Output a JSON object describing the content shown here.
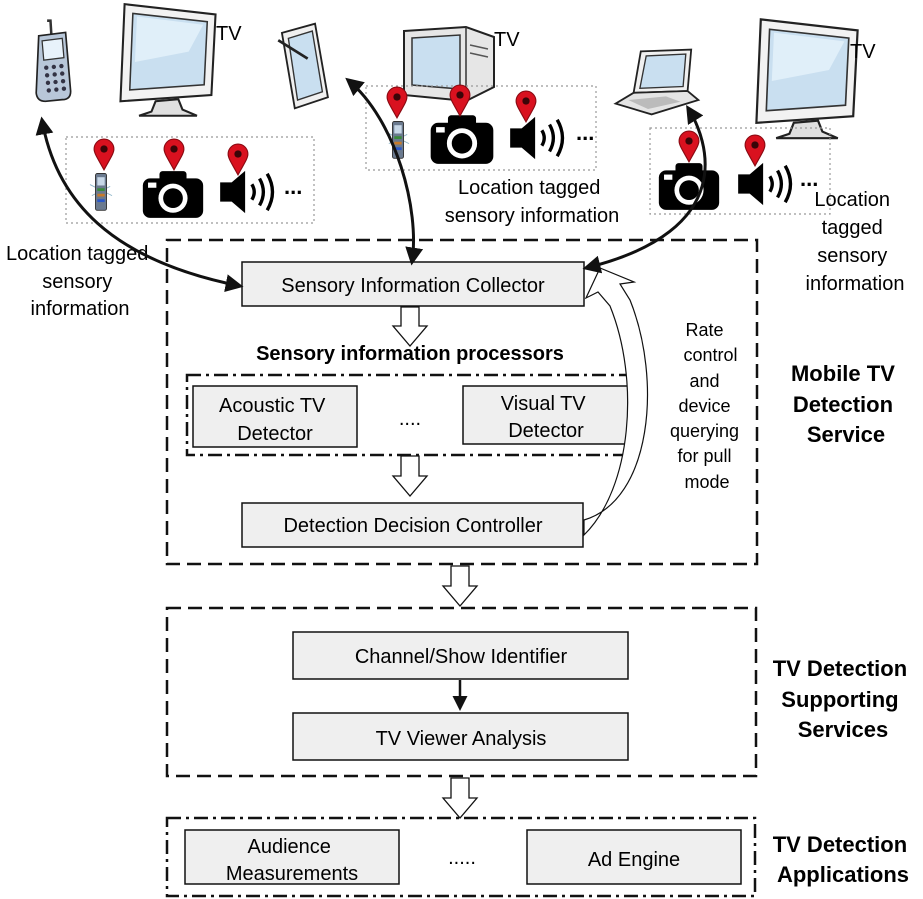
{
  "devices": {
    "tv_label_1": "TV",
    "tv_label_2": "TV",
    "tv_label_3": "TV",
    "ellipsis": "..."
  },
  "annotations": {
    "left_caption": [
      "Location tagged",
      "sensory",
      "information"
    ],
    "middle_caption": [
      "Location tagged",
      "sensory information"
    ],
    "right_caption": [
      "Location",
      "tagged",
      "sensory",
      "information"
    ],
    "rate_control": [
      "Rate",
      "control",
      "and",
      "device",
      "querying",
      "for pull",
      "mode"
    ]
  },
  "mobile_service": {
    "label": [
      "Mobile TV",
      "Detection",
      "Service"
    ],
    "collector": "Sensory Information Collector",
    "processors_title": "Sensory information processors",
    "acoustic": [
      "Acoustic TV",
      "Detector"
    ],
    "processors_ellipsis": "....",
    "visual": [
      "Visual TV",
      "Detector"
    ],
    "decision_controller": "Detection Decision Controller"
  },
  "supporting_services": {
    "label": [
      "TV Detection",
      "Supporting",
      "Services"
    ],
    "channel_identifier": "Channel/Show Identifier",
    "viewer_analysis": "TV Viewer Analysis"
  },
  "applications": {
    "label": [
      "TV Detection",
      "Applications"
    ],
    "audience": [
      "Audience",
      "Measurements"
    ],
    "ellipsis": ".....",
    "ad_engine": "Ad Engine"
  },
  "colors": {
    "box_fill": "#efefef",
    "pin_red": "#d9111f",
    "line": "#111111"
  },
  "icons": [
    "phone-icon",
    "tv-icon",
    "tablet-icon",
    "crt-tv-icon",
    "laptop-icon",
    "location-pin-icon",
    "camera-icon",
    "speaker-icon"
  ]
}
